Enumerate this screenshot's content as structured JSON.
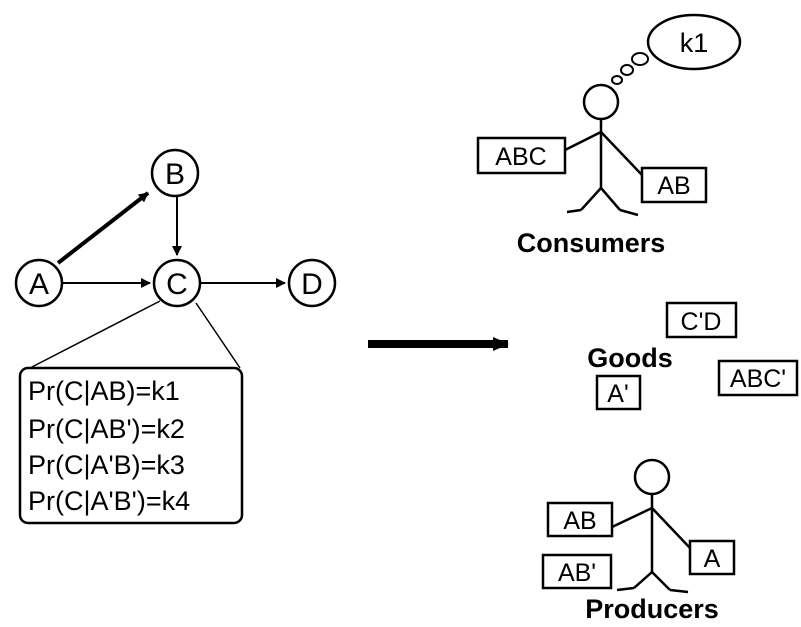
{
  "network": {
    "nodes": {
      "a": "A",
      "b": "B",
      "c": "C",
      "d": "D"
    },
    "cpt": [
      "Pr(C|AB)=k1",
      "Pr(C|AB')=k2",
      "Pr(C|A'B)=k3",
      "Pr(C|A'B')=k4"
    ]
  },
  "consumer": {
    "thought": "k1",
    "left_box": "ABC",
    "right_box": "AB",
    "caption": "Consumers"
  },
  "goods": {
    "caption": "Goods",
    "items": [
      "C'D",
      "A'",
      "ABC'"
    ]
  },
  "producer": {
    "left_top_box": "AB",
    "left_bottom_box": "AB'",
    "right_box": "A",
    "caption": "Producers"
  }
}
